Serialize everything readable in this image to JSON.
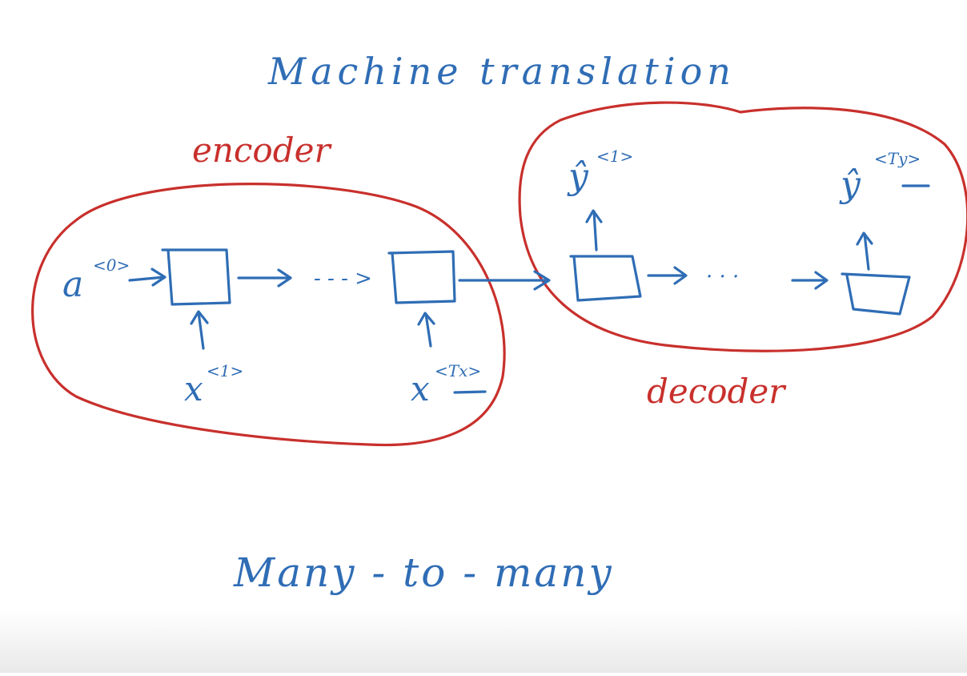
{
  "title": "Machine translation",
  "regions": {
    "encoder_label": "encoder",
    "decoder_label": "decoder"
  },
  "encoder": {
    "initial_activation": {
      "base": "a",
      "sup": "<0>"
    },
    "first_input": {
      "base": "x",
      "sup": "<1>"
    },
    "last_input": {
      "base": "x",
      "sup": "<Tx>"
    },
    "ellipsis": "- - - >"
  },
  "decoder": {
    "first_output": {
      "base": "ŷ",
      "sup": "<1>"
    },
    "last_output": {
      "base": "ŷ",
      "sup": "<Ty>"
    },
    "ellipsis": "· · ·"
  },
  "caption": "Many - to - many",
  "colors": {
    "blue_ink": "#2f6db5",
    "red_ink": "#c8302c",
    "background": "#ffffff"
  }
}
